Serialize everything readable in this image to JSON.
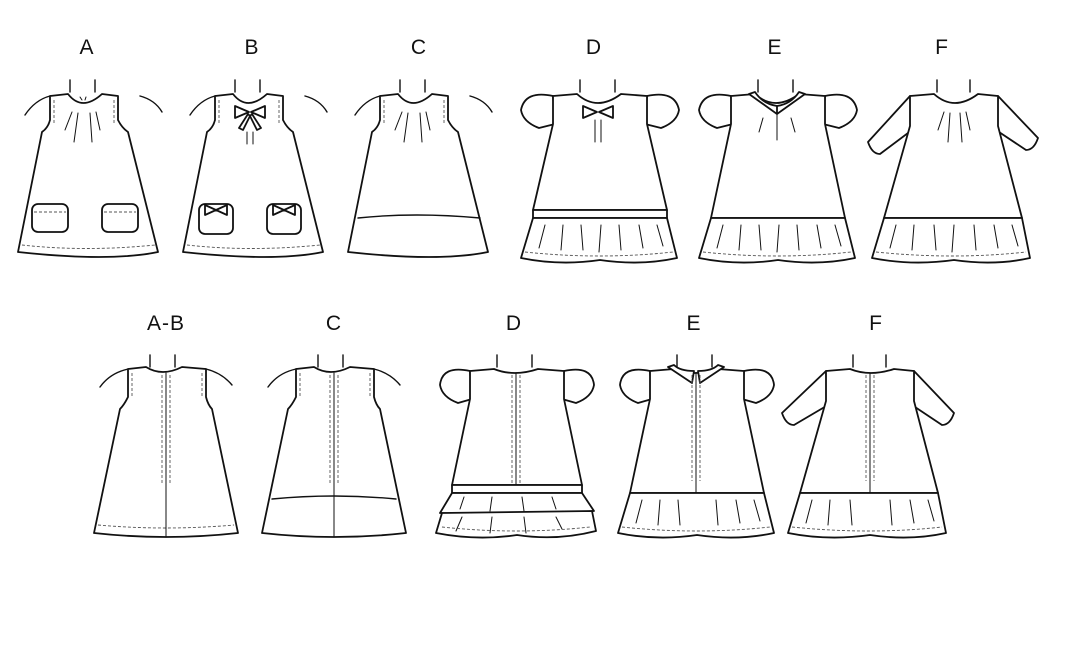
{
  "front_row": {
    "views": [
      {
        "label": "A",
        "sleeve": "none",
        "features": [
          "pleated neckline",
          "two scalloped-trim pockets",
          "topstitched hem"
        ]
      },
      {
        "label": "B",
        "sleeve": "none",
        "features": [
          "pleated neckline",
          "neck bow",
          "two pockets with bows",
          "topstitched hem"
        ]
      },
      {
        "label": "C",
        "sleeve": "none",
        "features": [
          "pleated neckline",
          "contrast hem band"
        ]
      },
      {
        "label": "D",
        "sleeve": "short puff",
        "features": [
          "neck bow",
          "trim band",
          "gathered ruffle hem"
        ]
      },
      {
        "label": "E",
        "sleeve": "short puff",
        "features": [
          "peter pan collar",
          "gathered ruffle hem"
        ]
      },
      {
        "label": "F",
        "sleeve": "long gathered",
        "features": [
          "pleated neckline",
          "gathered ruffle hem"
        ]
      }
    ]
  },
  "back_row": {
    "views": [
      {
        "label": "A-B",
        "sleeve": "none",
        "features": [
          "center back seam with zipper"
        ]
      },
      {
        "label": "C",
        "sleeve": "none",
        "features": [
          "center back seam with zipper",
          "contrast hem band"
        ]
      },
      {
        "label": "D",
        "sleeve": "short puff",
        "features": [
          "center back zipper",
          "trim band",
          "ruffle hem"
        ]
      },
      {
        "label": "E",
        "sleeve": "short puff",
        "features": [
          "collar",
          "center back zipper",
          "ruffle hem"
        ]
      },
      {
        "label": "F",
        "sleeve": "long gathered",
        "features": [
          "center back zipper",
          "ruffle hem"
        ]
      }
    ]
  },
  "colors": {
    "line": "#111111",
    "background": "#ffffff"
  }
}
